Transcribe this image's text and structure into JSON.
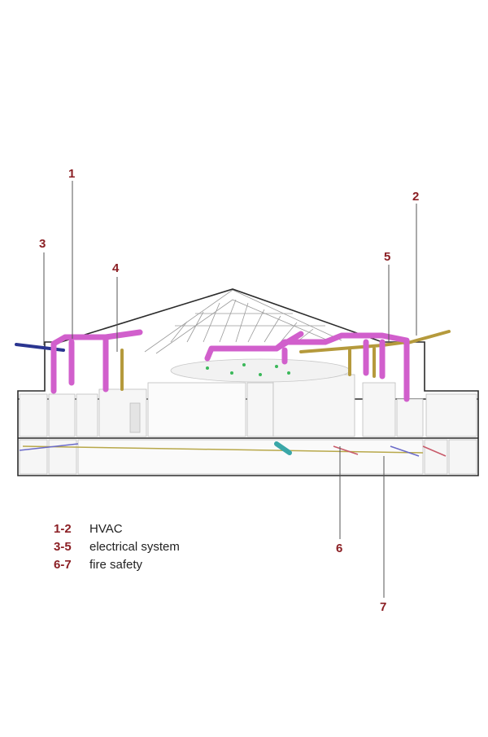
{
  "callouts": {
    "c1": "1",
    "c2": "2",
    "c3": "3",
    "c4": "4",
    "c5": "5",
    "c6": "6",
    "c7": "7"
  },
  "legend": [
    {
      "range": "1-2",
      "label": "HVAC"
    },
    {
      "range": "3-5",
      "label": "electrical system"
    },
    {
      "range": "6-7",
      "label": "fire safety"
    }
  ],
  "colors": {
    "callout": "#8b1f24",
    "hvac_duct": "#d15fcc",
    "electrical_tray": "#b59a3c",
    "electrical_conduit": "#2a3590",
    "fire_pipe": "#3aa7a8",
    "leader_line": "#555555",
    "building_outline": "#2b2b2b"
  }
}
